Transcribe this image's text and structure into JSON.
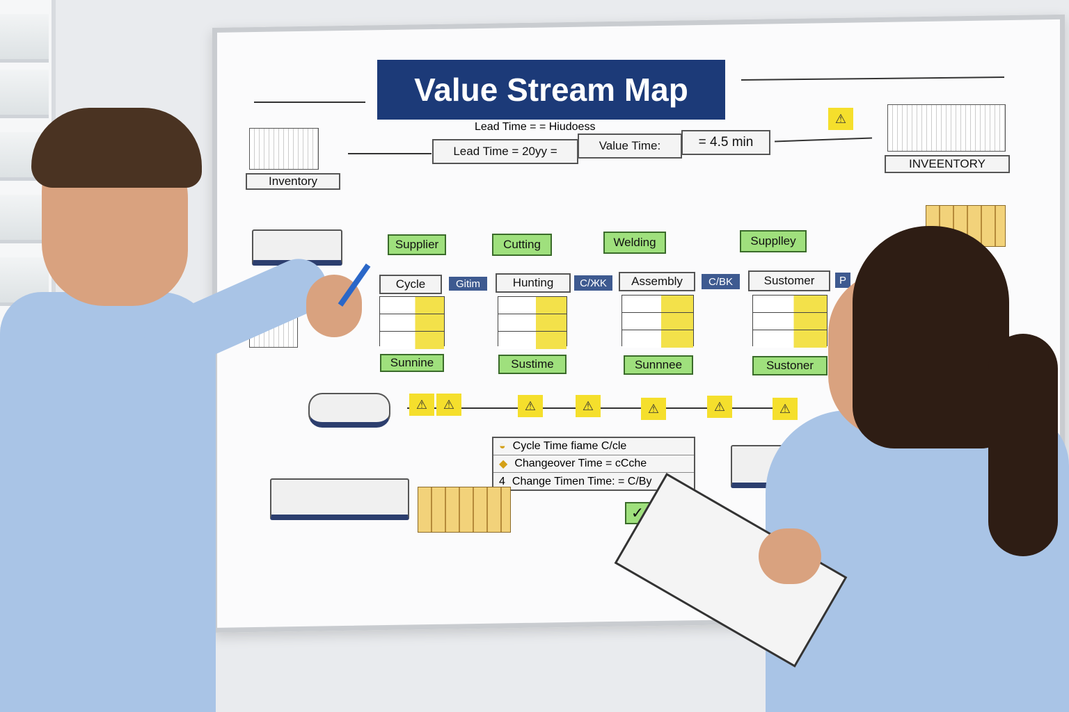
{
  "board": {
    "title": "Value Stream Map",
    "subtitle": "Lead Time = = Hiudoess",
    "timeline": {
      "lead_time": "Lead Time = 20yy =",
      "value_time": "Value Time:",
      "value_amount": "= 4.5 min"
    },
    "inventory_left": "Inventory",
    "inventory_right": "INVEENTORY",
    "processes": [
      "Supplier",
      "Cutting",
      "Welding",
      "Supplley"
    ],
    "stations": [
      "Cycle",
      "Hunting",
      "Assembly",
      "Sustomer"
    ],
    "tags": [
      "Gitim",
      "C/ЖK",
      "C/BK",
      "P"
    ],
    "bottom_labels": [
      "Sunnine",
      "Sustime",
      "Sunnnee",
      "Sustoner"
    ],
    "legend": [
      {
        "marker": "◒",
        "text": "Cycle Time fiame C/cle"
      },
      {
        "marker": "◆",
        "text": "Changeover Time = cCche"
      },
      {
        "marker": "4",
        "text": "Change Timen Time: = C/By"
      }
    ],
    "triangle_glyph": "⚠",
    "check_glyph": "✓"
  }
}
